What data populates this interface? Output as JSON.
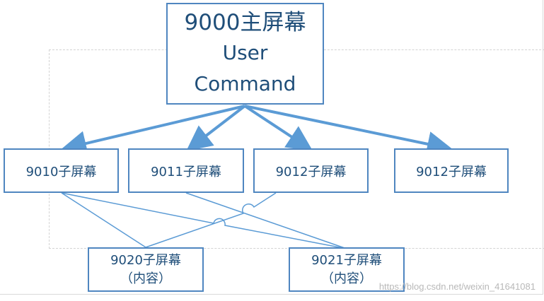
{
  "main_screen": {
    "title": "9000主屏幕",
    "line2": "User",
    "line3": "Command"
  },
  "sub_screens": [
    {
      "label": "9010子屏幕"
    },
    {
      "label": "9011子屏幕"
    },
    {
      "label": "9012子屏幕"
    },
    {
      "label": "9012子屏幕"
    }
  ],
  "content_screens": [
    {
      "label": "9020子屏幕",
      "note": "（内容）"
    },
    {
      "label": "9021子屏幕",
      "note": "（内容）"
    }
  ],
  "watermark": "https://blog.csdn.net/weixin_41641081",
  "colors": {
    "box_border": "#4f86c0",
    "text": "#1f4e79",
    "arrow": "#5b9bd5"
  }
}
